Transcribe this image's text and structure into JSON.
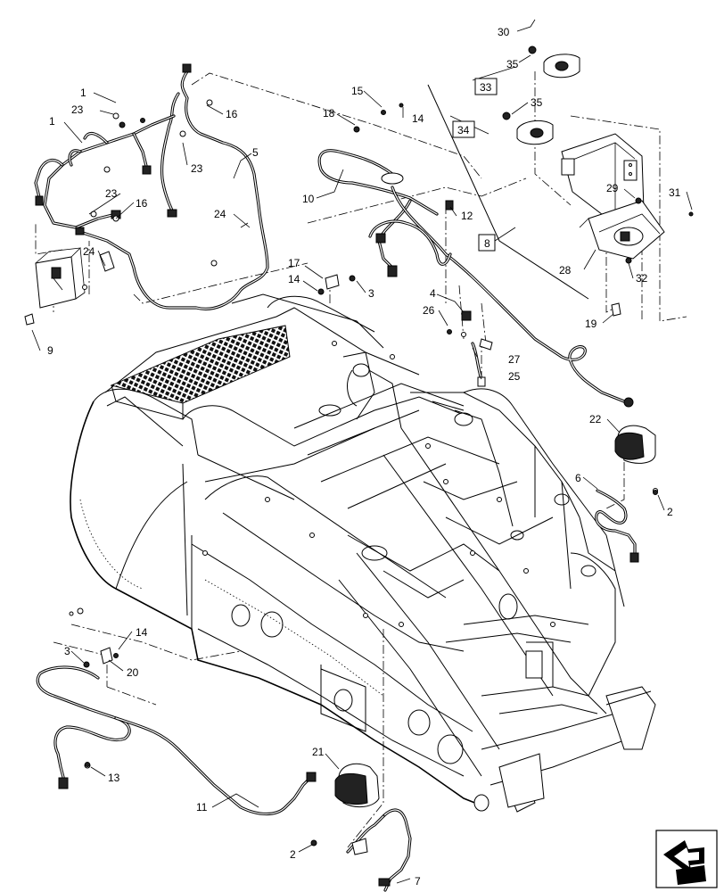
{
  "callouts": [
    {
      "id": "c-1a",
      "text": "1"
    },
    {
      "id": "c-23a",
      "text": "23"
    },
    {
      "id": "c-1b",
      "text": "1"
    },
    {
      "id": "c-16a",
      "text": "16"
    },
    {
      "id": "c-23b",
      "text": "23"
    },
    {
      "id": "c-5",
      "text": "5"
    },
    {
      "id": "c-23c",
      "text": "23"
    },
    {
      "id": "c-16b",
      "text": "16"
    },
    {
      "id": "c-24a",
      "text": "24"
    },
    {
      "id": "c-24b",
      "text": "24"
    },
    {
      "id": "c-9",
      "text": "9"
    },
    {
      "id": "c-15",
      "text": "15"
    },
    {
      "id": "c-18",
      "text": "18"
    },
    {
      "id": "c-14a",
      "text": "14"
    },
    {
      "id": "c-10",
      "text": "10"
    },
    {
      "id": "c-12",
      "text": "12"
    },
    {
      "id": "c-17",
      "text": "17"
    },
    {
      "id": "c-14b",
      "text": "14"
    },
    {
      "id": "c-3a",
      "text": "3"
    },
    {
      "id": "c-4",
      "text": "4"
    },
    {
      "id": "c-26",
      "text": "26"
    },
    {
      "id": "c-27",
      "text": "27"
    },
    {
      "id": "c-25",
      "text": "25"
    },
    {
      "id": "c-30",
      "text": "30"
    },
    {
      "id": "c-35a",
      "text": "35"
    },
    {
      "id": "c-35b",
      "text": "35"
    },
    {
      "id": "c-29",
      "text": "29"
    },
    {
      "id": "c-31",
      "text": "31"
    },
    {
      "id": "c-28",
      "text": "28"
    },
    {
      "id": "c-32",
      "text": "32"
    },
    {
      "id": "c-19",
      "text": "19"
    },
    {
      "id": "c-22",
      "text": "22"
    },
    {
      "id": "c-6",
      "text": "6"
    },
    {
      "id": "c-2a",
      "text": "2"
    },
    {
      "id": "c-14c",
      "text": "14"
    },
    {
      "id": "c-3b",
      "text": "3"
    },
    {
      "id": "c-20",
      "text": "20"
    },
    {
      "id": "c-13",
      "text": "13"
    },
    {
      "id": "c-21",
      "text": "21"
    },
    {
      "id": "c-11",
      "text": "11"
    },
    {
      "id": "c-2b",
      "text": "2"
    },
    {
      "id": "c-7",
      "text": "7"
    }
  ],
  "boxed_callouts": [
    {
      "id": "b-33",
      "text": "33"
    },
    {
      "id": "b-34",
      "text": "34"
    },
    {
      "id": "b-8",
      "text": "8"
    }
  ],
  "icons": {
    "nav": "next-page-arrow-icon"
  }
}
